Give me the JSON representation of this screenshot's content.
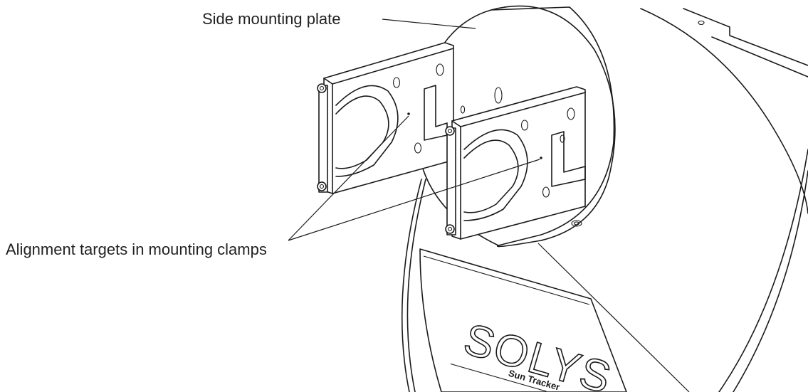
{
  "labels": {
    "side_mounting_plate": "Side mounting plate",
    "alignment_targets": "Alignment targets in mounting clamps"
  },
  "logo": {
    "brand": "SOLYS",
    "subtitle": "Sun Tracker"
  },
  "colors": {
    "line": "#1a1a1a",
    "background": "#ffffff",
    "label_text": "#222222"
  }
}
